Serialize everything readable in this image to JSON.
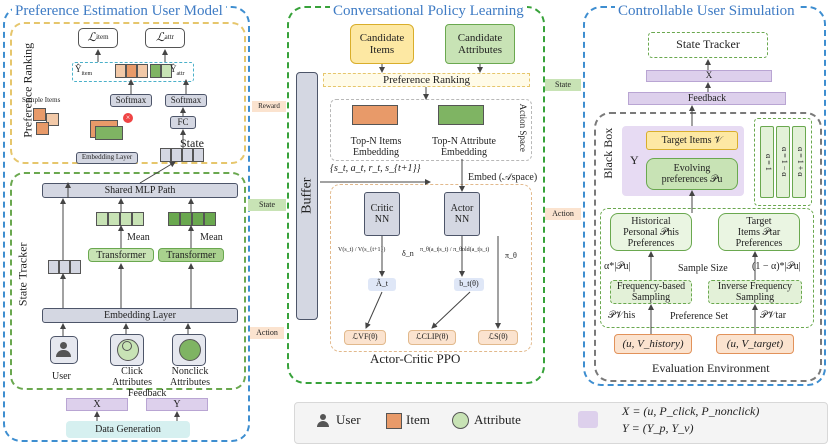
{
  "panels": {
    "left_title": "Preference Estimation User Model",
    "middle_title": "Conversational Policy Learning",
    "right_title": "Controllable User Simulation"
  },
  "left": {
    "preference_ranking": "Preference Ranking",
    "l_item": "ℒ",
    "l_item_sub": "item",
    "l_attr": "ℒ",
    "l_attr_sub": "attr",
    "y_item": "Ŷ",
    "y_item_sub": "item",
    "y_attr": "Ŷ",
    "y_attr_sub": "attr",
    "softmax": "Softmax",
    "softmax2": "Softmax",
    "fc": "FC",
    "sample_items": "Sample Items",
    "embedding_layer_small": "Embedding Layer",
    "state": "State",
    "state_tracker": "State Tracker",
    "shared_mlp": "Shared MLP Path",
    "mean1": "Mean",
    "mean2": "Mean",
    "transformer1": "Transformer",
    "transformer2": "Transformer",
    "embedding_layer": "Embedding Layer",
    "user": "User",
    "click": "Click",
    "click2": "Attributes",
    "nonclick": "Nonclick",
    "nonclick2": "Attributes",
    "feedback": "Feedback",
    "x": "X",
    "y": "Y",
    "data_generation": "Data Generation"
  },
  "middle": {
    "candidate_items": "Candidate Items",
    "candidate_attributes": "Candidate Attributes",
    "preference_ranking": "Preference Ranking",
    "action_space": "Action Space",
    "topn_items": "Top-N Items Embedding",
    "topn_attrs": "Top-N Attribute Embedding",
    "buffer": "Buffer",
    "tuple": "{s_t, a_t, r_t, s_{t+1}}",
    "embed": "Embed (𝒜space)",
    "critic": "Critic NN",
    "actor": "Actor NN",
    "v_formula": "V(s_t) / V(s_{t+1})",
    "delta": "δ_n",
    "ratio_formula": "π_θ(a_t|s_t) / π_θold(a_t|s_t)",
    "pi_theta": "π_θ",
    "a_hat": "Â_t",
    "b_theta": "b_t(θ)",
    "loss_vf": "ℒVF(θ)",
    "loss_clip": "ℒCLIP(θ)",
    "loss_s": "ℒS(θ)",
    "ppo": "Actor-Critic PPO"
  },
  "right": {
    "state_tracker": "State Tracker",
    "x": "X",
    "feedback": "Feedback",
    "black_box": "Black Box",
    "y": "Y",
    "target_items": "Target Items 𝒱",
    "evolving1": "Evolving",
    "evolving2": "preferences 𝒫u",
    "historical1": "Historical",
    "historical2": "Personal 𝒫his",
    "historical3": "Preferences",
    "target1": "Target",
    "target2": "Items 𝒫tar",
    "target3": "Preferences",
    "alpha1": "α*|𝒫u|",
    "sample_size": "Sample Size",
    "alpha2": "(1 − α)*|𝒫u|",
    "freq_sampling1": "Frequency-based",
    "freq_sampling2": "Sampling",
    "inv_sampling1": "Inverse Frequency",
    "inv_sampling2": "Sampling",
    "pref_set_left": "𝒫𝒱his",
    "pref_set": "Preference Set",
    "pref_set_right": "𝒫𝒱tar",
    "uv_history": "(u, V_history)",
    "uv_target": "(u, V_target)",
    "eval_env": "Evaluation Environment",
    "alpha_list": [
      "α = 1",
      "α = 1 − α",
      "α = 1 + α"
    ]
  },
  "arrows": {
    "reward": "Reward",
    "state_left": "State",
    "action_left": "Action",
    "state_right": "State",
    "action_right": "Action"
  },
  "legend": {
    "user": "User",
    "item": "Item",
    "attribute": "Attribute",
    "x_def": "X = (u, P_click, P_nonclick)",
    "y_def": "Y = (Y_p, Y_v)"
  },
  "colors": {
    "blue_dash": "#3e8ed0",
    "green_dash": "#37a23a",
    "gray_dash": "#7a7a7a",
    "gold_dash": "#e6c66c",
    "item_orange": "#e89a69",
    "attr_green": "#7fb463",
    "purple": "#ddd0ec"
  }
}
